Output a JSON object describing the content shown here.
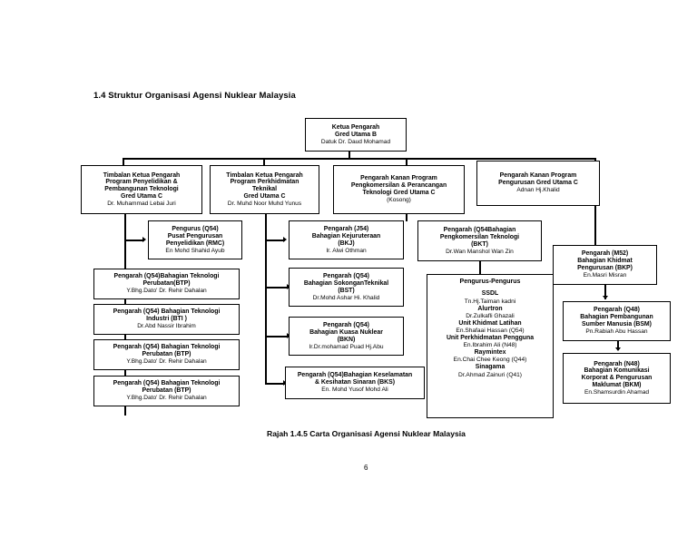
{
  "document": {
    "section_title": "1.4 Struktur Organisasi Agensi Nuklear Malaysia",
    "figure_caption": "Rajah 1.4.5  Carta Organisasi Agensi Nuklear Malaysia",
    "page_number": "6"
  },
  "chart": {
    "root": {
      "line1": "Ketua Pengarah",
      "line2": "Gred Utama B",
      "name": "Datuk Dr. Daud Mohamad"
    },
    "level2": [
      {
        "line1": "Timbalan Ketua Pengarah",
        "line2": "Program Penyelidikan &",
        "line3": "Pembangunan Teknologi",
        "line4": "Gred Utama C",
        "name": "Dr. Muhammad Lebai Juri"
      },
      {
        "line1": "Timbalan Ketua Pengarah",
        "line2": "Program Perkhidmatan",
        "line3": "Teknikal",
        "line4": "Gred Utama C",
        "name": "Dr. Muhd Noor Muhd Yunus"
      },
      {
        "line1": "Pengarah Kanan  Program",
        "line2": "Pengkomersilan & Perancangan",
        "line3": "Teknologi Gred Utama C",
        "name": "(Kosong)"
      },
      {
        "line1": "Pengarah Kanan    Program",
        "line2": "Pengurusan   Gred Utama C",
        "name": "Adnan Hj.Khalid"
      }
    ],
    "column_research": {
      "head": {
        "line1": "Pengurus (Q54)",
        "line2": "Pusat Pengurusan",
        "line3": "Penyelidikan (RMC)",
        "name": "En Mohd Shahid Ayub"
      },
      "items": [
        {
          "line1": "Pengarah (Q54)Bahagian Teknologi",
          "line2": "Perubatan(BTP)",
          "name": "Y.Bhg.Dato' Dr. Rehir Dahalan"
        },
        {
          "line1": "Pengarah (Q54) Bahagian Teknologi",
          "line2": "Industri (BTI )",
          "name": "Dr.Abd Nassir Ibrahim"
        },
        {
          "line1": "Pengarah (Q54) Bahagian Teknologi",
          "line2": "Perubatan (BTP)",
          "name": "Y.Bhg.Dato' Dr. Rehir Dahalan"
        },
        {
          "line1": "Pengarah (Q54) Bahagian Teknologi",
          "line2": "Perubatan (BTP)",
          "name": "Y.Bhg.Dato' Dr. Rehir Dahalan"
        }
      ]
    },
    "column_technical": [
      {
        "line1": "Pengarah (J54)",
        "line2": "Bahagian Kejuruteraan",
        "line3": "(BKJ)",
        "name": "Ir. Alwi Othman"
      },
      {
        "line1": "Pengarah (Q54)",
        "line2": "Bahagian SokonganTeknikal",
        "line3": "(BST)",
        "name": "Dr.Mohd Ashar Hi. Khalid"
      },
      {
        "line1": "Pengarah (Q54)",
        "line2": "Bahagian Kuasa Nuklear",
        "line3": "(BKN)",
        "name": "Ir.Dr.mohamad Puad Hj.Abu"
      },
      {
        "line1": "Pengarah (Q54)Bahagian Keselamatan",
        "line2": "& Kesihatan Sinaran (BKS)",
        "name": "En. Mohd Yusof Mohd Ali"
      }
    ],
    "column_commercial": {
      "head": {
        "line1": "Pengarah (Q54Bahagian",
        "line2": "Pengkomersilan      Teknologi",
        "line3": "(BKT)",
        "name": "Dr.Wan Manshol Wan Zin"
      },
      "managers": {
        "heading": "Pengurus-Pengurus",
        "entries": [
          {
            "unit": "SSDL",
            "person": "Tn.Hj.Taiman kadni"
          },
          {
            "unit": "Alurtron",
            "person": "Dr.Zulkafli Ghazali"
          },
          {
            "unit": "Unit Khidmat Latihan",
            "person": "En.Shafaai Hassan (Q54)"
          },
          {
            "unit": "Unit Perkhidmatan Pengguna",
            "person": "En.Ibrahim Ali (N48)"
          },
          {
            "unit": "Raymintex",
            "person": "En.Chai Chee Keong (Q44)"
          },
          {
            "unit": "Sinagama",
            "person": "Dr.Ahmad Zainuri (Q41)"
          }
        ]
      }
    },
    "column_management": [
      {
        "line1": "Pengarah (M52)",
        "line2": "Bahagian Khidmat",
        "line3": "Pengurusan (BKP)",
        "name": "En.Masri Misran"
      },
      {
        "line1": "Pengarah (Q48)",
        "line2": "Bahagian Pembangunan",
        "line3": "Sumber Manusia (BSM)",
        "name": "Pn.Rabiah Abu Hassan"
      },
      {
        "line1": "Pengarah (N48)",
        "line2": "Bahagian Komunikasi",
        "line3": "Korporat & Pengurusan",
        "line4": "Maklumat (BKM)",
        "name": "En.Shamsurdin Ahamad"
      }
    ]
  }
}
